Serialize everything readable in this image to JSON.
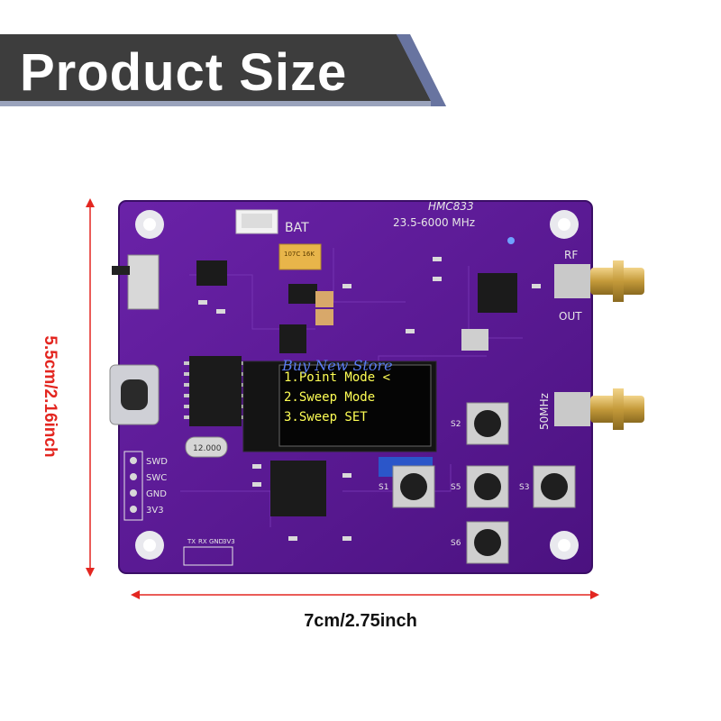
{
  "banner": {
    "title": "Product Size"
  },
  "dimensions": {
    "height_label": "5.5cm/2.16inch",
    "width_label": "7cm/2.75inch"
  },
  "board": {
    "chip_name": "HMC833",
    "freq_range": "23.5-6000 MHz",
    "bat_label": "BAT",
    "rf_label": "RF",
    "out_label": "OUT",
    "mhz_label": "50MHz",
    "pin_labels": [
      "SWD",
      "SWC",
      "GND",
      "3V3"
    ],
    "bottom_pins": [
      "TX",
      "RX",
      "GND",
      "3V3"
    ],
    "buttons": [
      "S2",
      "S1",
      "S5",
      "S3",
      "S6"
    ],
    "crystal": "12.000",
    "capacitor": "107C 16K"
  },
  "oled": {
    "lines": [
      "1.Point Mode <",
      "2.Sweep Mode",
      "3.Sweep SET"
    ]
  },
  "watermark": "Buy New Store",
  "colors": {
    "pcb": "#5a1990",
    "banner": "#3e3e3e",
    "accent_red": "#e32620"
  }
}
